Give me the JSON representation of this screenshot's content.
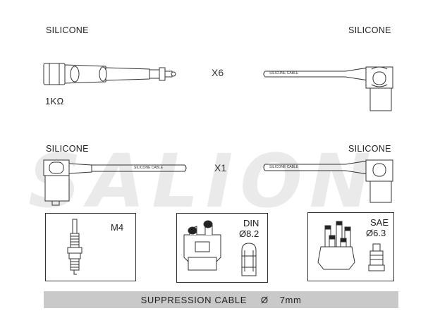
{
  "watermark": "SALION",
  "labels": {
    "top_left": "SILICONE",
    "top_right": "SILICONE",
    "resistance": "1KΩ",
    "multiplier_top": "X6",
    "mid_left": "SILICONE",
    "mid_right": "SILICONE",
    "multiplier_mid": "X1"
  },
  "cable_print": {
    "top_right": "SILICONE CABLE",
    "mid_left": "SILICONE CABLE",
    "mid_right": "SILICONE CABLE"
  },
  "boxes": {
    "plug": {
      "label": "M4"
    },
    "din": {
      "label": "DIN",
      "size": "Ø8.2"
    },
    "sae": {
      "label": "SAE",
      "size": "Ø6.3"
    }
  },
  "footer": {
    "text": "SUPPRESSION CABLE",
    "symbol": "Ø",
    "size": "7mm"
  },
  "colors": {
    "line": "#333333",
    "footer_bg": "#c9c9c9",
    "watermark": "#c8c8c8"
  }
}
